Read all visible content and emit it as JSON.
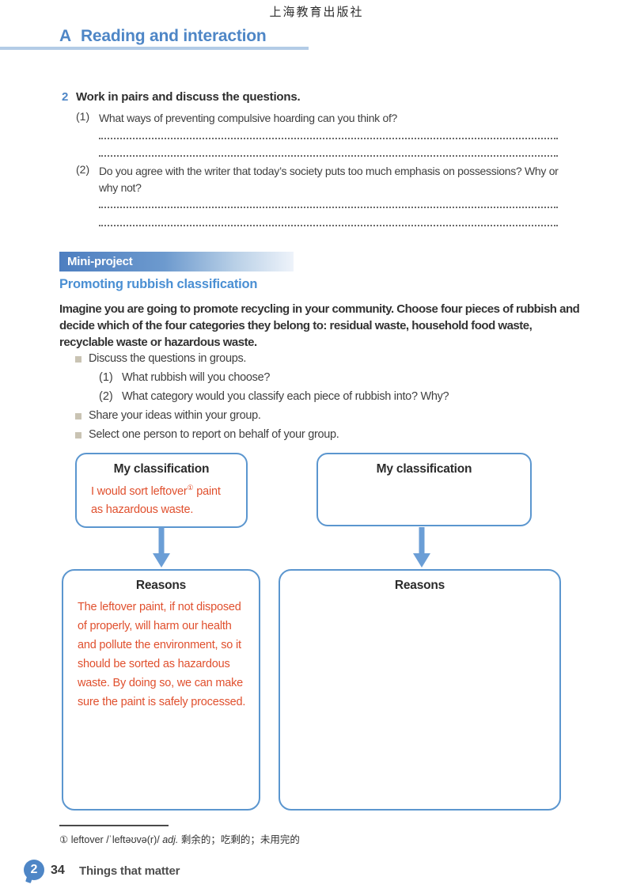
{
  "page": {
    "publisher": "上海教育出版社",
    "section_letter": "A",
    "section_title": "Reading and interaction"
  },
  "exercise": {
    "number": "2",
    "instruction": "Work in pairs and discuss the questions.",
    "questions": [
      {
        "label": "(1)",
        "text": "What ways of preventing compulsive hoarding can you think of?"
      },
      {
        "label": "(2)",
        "text": "Do you agree with the writer that today’s society puts too much emphasis on possessions? Why or why not?"
      }
    ]
  },
  "mini_project": {
    "banner_label": "Mini-project",
    "title": "Promoting rubbish classification",
    "brief": "Imagine you are going to promote recycling in your community. Choose four pieces of rubbish and decide which of the four categories they belong to: residual waste, household food waste, recyclable waste or hazardous waste.",
    "steps": [
      {
        "text": "Discuss the questions in groups.",
        "subs": [
          {
            "label": "(1)",
            "text": "What rubbish will you choose?"
          },
          {
            "label": "(2)",
            "text": "What category would you classify each piece of rubbish into? Why?"
          }
        ]
      },
      {
        "text": "Share your ideas within your group.",
        "subs": []
      },
      {
        "text": "Select one person to report on behalf of your group.",
        "subs": []
      }
    ]
  },
  "flowchart": {
    "left": {
      "classification_title": "My classification",
      "answer_line1_pre": "I would sort leftover",
      "answer_sup": "①",
      "answer_line1_post": " paint",
      "answer_line2": "as hazardous waste.",
      "reasons_title": "Reasons",
      "reasons_text": "The leftover paint, if not disposed of properly, will harm our health and pollute the environment, so it should be sorted as hazardous waste. By doing so, we can make sure the paint is safely processed."
    },
    "right": {
      "classification_title": "My classification",
      "reasons_title": "Reasons",
      "reasons_text": ""
    }
  },
  "footnote": {
    "marker": "①",
    "word": "leftover",
    "phonetic": "/ˈleftəʊvə(r)/",
    "pos": "adj.",
    "meaning": "剩余的；吃剩的；未用完的"
  },
  "footer": {
    "unit_badge": "2",
    "page_number": "34",
    "unit_title": "Things that matter"
  },
  "colors": {
    "accent_blue": "#4e86c6",
    "underline_blue": "#b3cce6",
    "banner_gradient_start": "#4d7ec0",
    "box_border_blue": "#5b96cf",
    "arrow_blue": "#6b9ed6",
    "handwriting_red": "#e0502e",
    "bullet_square": "#c9c3b3"
  }
}
